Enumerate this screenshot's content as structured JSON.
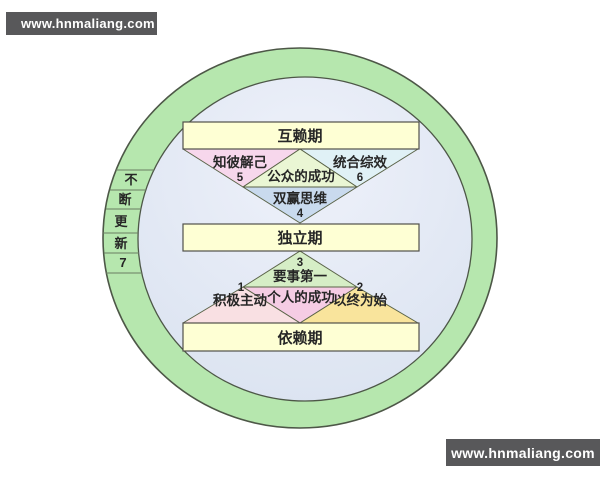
{
  "watermark": {
    "url_text": "www.hnmaliang.com",
    "bar_color": "#58585a",
    "text_color": "#ffffff"
  },
  "diagram": {
    "stages": {
      "interdependence": "互赖期",
      "independence": "独立期",
      "dependence": "依赖期"
    },
    "victories": {
      "public": "公众的成功",
      "private": "个人的成功"
    },
    "habits": {
      "h1": {
        "num": "1",
        "label": "积极主动"
      },
      "h2": {
        "num": "2",
        "label": "以终为始"
      },
      "h3": {
        "num": "3",
        "label": "要事第一"
      },
      "h4": {
        "num": "4",
        "label": "双赢思维"
      },
      "h5": {
        "num": "5",
        "label": "知彼解己"
      },
      "h6": {
        "num": "6",
        "label": "统合综效"
      },
      "h7": {
        "num": "7",
        "label": "不断更新",
        "chars": [
          "不",
          "断",
          "更",
          "新",
          "7"
        ]
      }
    },
    "colors": {
      "ring": "#b6e7ae",
      "inner_top": "#eef1fa",
      "inner_bottom": "#d8e1ef",
      "bar_fill": "#feffd4",
      "h1_fill": "#f9e0e3",
      "h2_fill": "#f9e49c",
      "h3_fill": "#d6eec6",
      "h4_fill": "#c9daee",
      "h5_fill": "#f7d7ec",
      "h6_fill": "#e0f1f6",
      "public_fill": "#eaf6d4",
      "private_fill": "#f5cce4",
      "outline": "#4d5747"
    }
  }
}
